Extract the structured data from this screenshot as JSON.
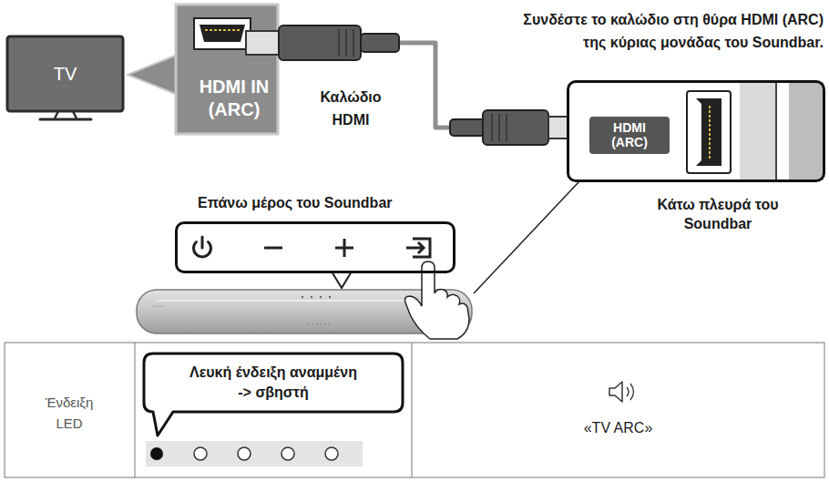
{
  "diagram": {
    "nodes": [
      {
        "text": [
          "TV"
        ]
      },
      {
        "text": [
          "HDMI IN (ARC)"
        ]
      },
      {
        "text": [
          "Κάτω πλευρά του Soundbar"
        ]
      },
      {
        "text": [
          "HDMI (ARC)"
        ],
        "in": 2
      },
      {
        "text": [
          "Επάνω μέρος του Soundbar"
        ]
      },
      {
        "text": [
          "Λευκή ένδειξη αναμμένη -> σβηστή"
        ]
      }
    ],
    "edges": [
      {
        "from": 1,
        "to": 2,
        "arrow": "none"
      }
    ],
    "labels": [
      "Καλώδιο HDMI",
      "Συνδέστε το καλώδιο στη θύρα HDMI (ARC) της κύριας μονάδας του Soundbar.",
      "Ένδειξη LED",
      "«TV ARC»"
    ]
  }
}
